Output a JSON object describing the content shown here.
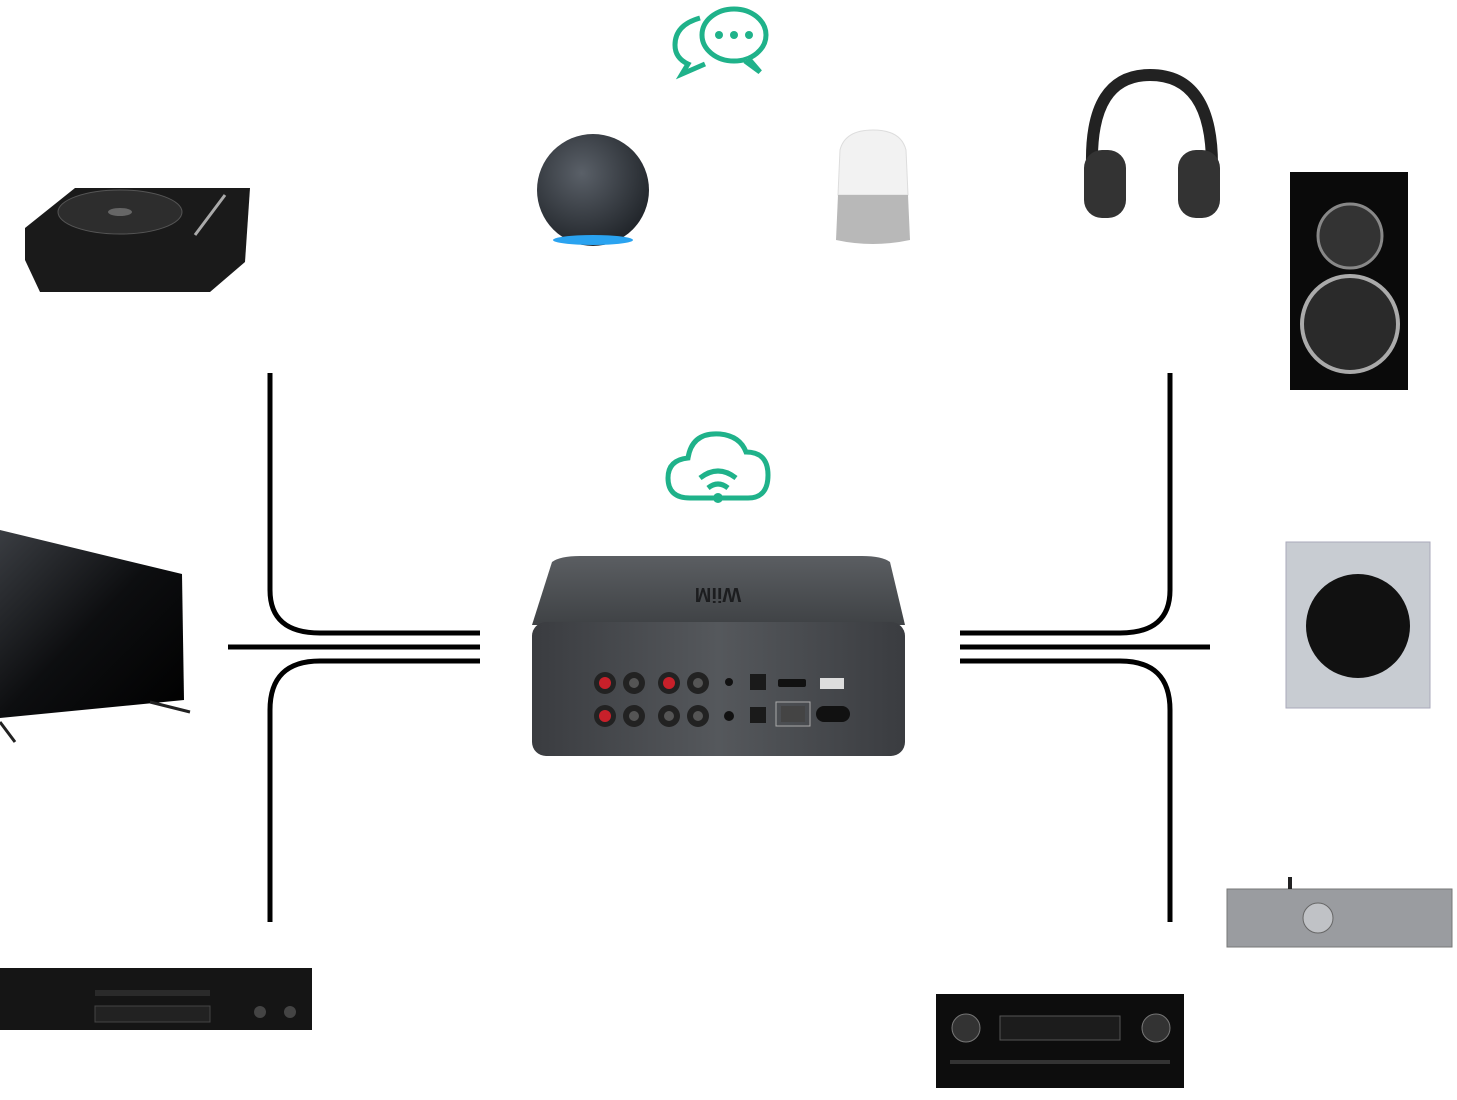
{
  "diagram": {
    "hub": {
      "brand_logo": "WiiM"
    },
    "icons": [
      "voice-assistant-chat-icon",
      "cloud-wifi-icon"
    ],
    "colors": {
      "accent": "#1fb28a",
      "lines": "#000000",
      "hub_body": "#4a4c50"
    },
    "devices_left": [
      "turntable",
      "tv",
      "cd-player"
    ],
    "devices_top": [
      "smart-speaker-echo",
      "smart-speaker-google-home"
    ],
    "devices_right": [
      "headphones",
      "bookshelf-speaker",
      "subwoofer",
      "dac-amplifier",
      "av-receiver"
    ]
  }
}
